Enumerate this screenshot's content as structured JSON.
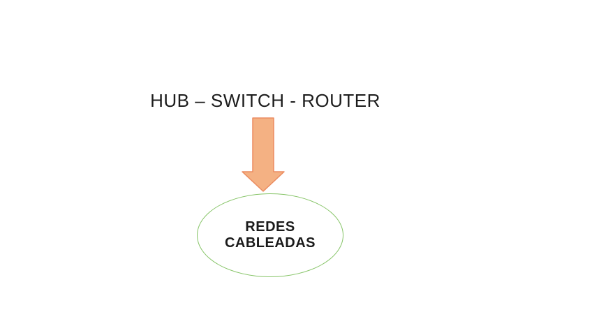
{
  "page": {
    "background_color": "#ffffff"
  },
  "diagram": {
    "title": "HUB – SWITCH - ROUTER",
    "title_color": "#1c1c1c",
    "arrow": {
      "name": "down-arrow",
      "direction": "down",
      "fill_color": "#F4B183",
      "stroke_color": "#EB8C60"
    },
    "ellipse": {
      "label_line1": "REDES",
      "label_line2": "CABLEADAS",
      "stroke_color": "#86C467",
      "fill_color": "#FFFFFF",
      "text_color": "#1a1a1a"
    }
  }
}
